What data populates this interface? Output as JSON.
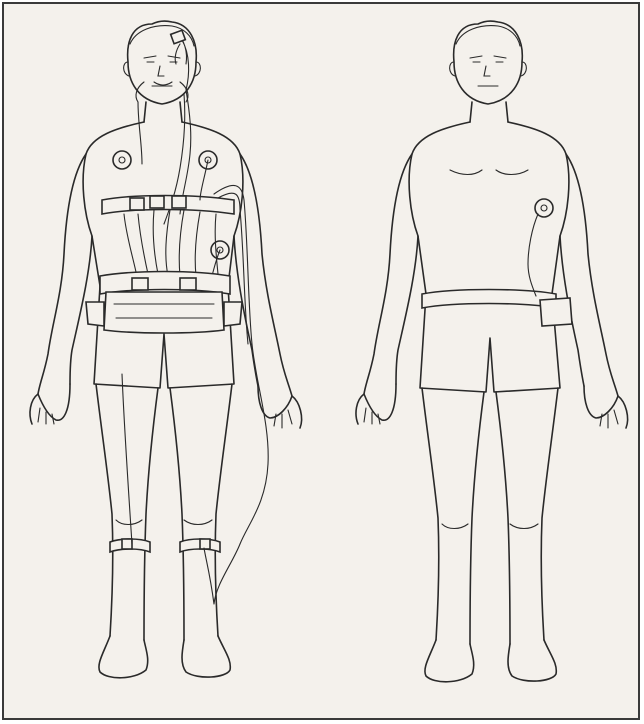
{
  "figure": {
    "caption": ""
  },
  "colors": {
    "paper": "#f4f1ec",
    "ink": "#2a2a2a",
    "bleed_through_text": "#bdb6ad",
    "frame": "#3a3a3a"
  },
  "figures": [
    {
      "id": "left",
      "equipment": [
        "nasal-cannula",
        "chest-electrodes",
        "chest-belt",
        "abdominal-belt",
        "recorder-pack",
        "leg-electrode-straps"
      ]
    },
    {
      "id": "right",
      "equipment": [
        "single-chest-electrode",
        "waist-belt-recorder"
      ]
    }
  ]
}
